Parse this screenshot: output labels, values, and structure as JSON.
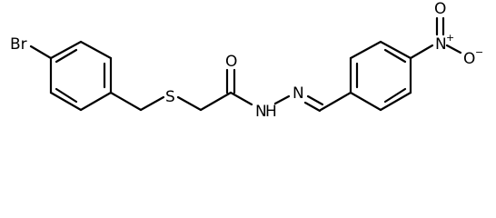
{
  "molecule": {
    "atoms": {
      "bromine": "Br",
      "sulfur": "S",
      "carbonyl_oxygen": "O",
      "amide_nitrogen": "N",
      "amide_hydrogen": "H",
      "imine_nitrogen": "N",
      "nitro_nitrogen": "N",
      "nitro_n_charge": "+",
      "nitro_oxygen_single": "O",
      "nitro_o_charge": "−",
      "nitro_oxygen_double": "O"
    },
    "colors": {
      "bond": "#000000",
      "text": "#000000",
      "background": "#ffffff"
    }
  }
}
